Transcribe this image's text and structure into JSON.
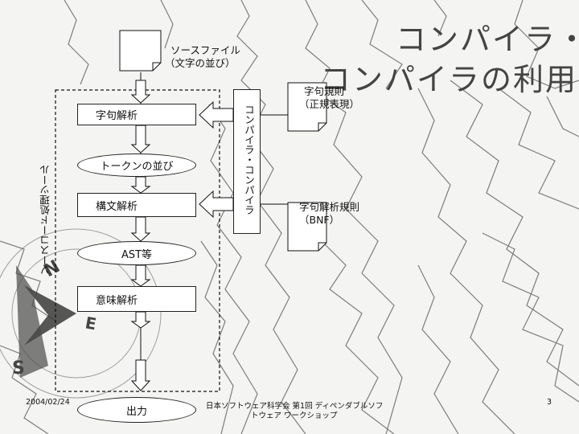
{
  "title": {
    "line1": "コンパイラ・",
    "line2": "コンパイラの利用"
  },
  "source_file": {
    "line1": "ソースファイル",
    "line2": "（文字の並び）"
  },
  "steps": {
    "lexical": "字句解析",
    "tokens": "トークンの並び",
    "parse": "構文解析",
    "ast": "AST等",
    "semantic": "意味解析",
    "output": "出力"
  },
  "compiler_compiler": "コンパイラ・コンパイラ",
  "source_tool": "ソースコード処理ツール",
  "rules": {
    "lex": {
      "line1": "字句規則",
      "line2": "（正規表現）"
    },
    "syntax": {
      "line1": "字句解析規則",
      "line2": "（BNF）"
    }
  },
  "footer": {
    "date": "2004/02/24",
    "event_line1": "日本ソフトウェア科学会 第1回 ディペンダブルソフ",
    "event_line2": "トウェア ワークショップ",
    "page": "3"
  },
  "compass_letters": [
    "N",
    "E",
    "S"
  ]
}
